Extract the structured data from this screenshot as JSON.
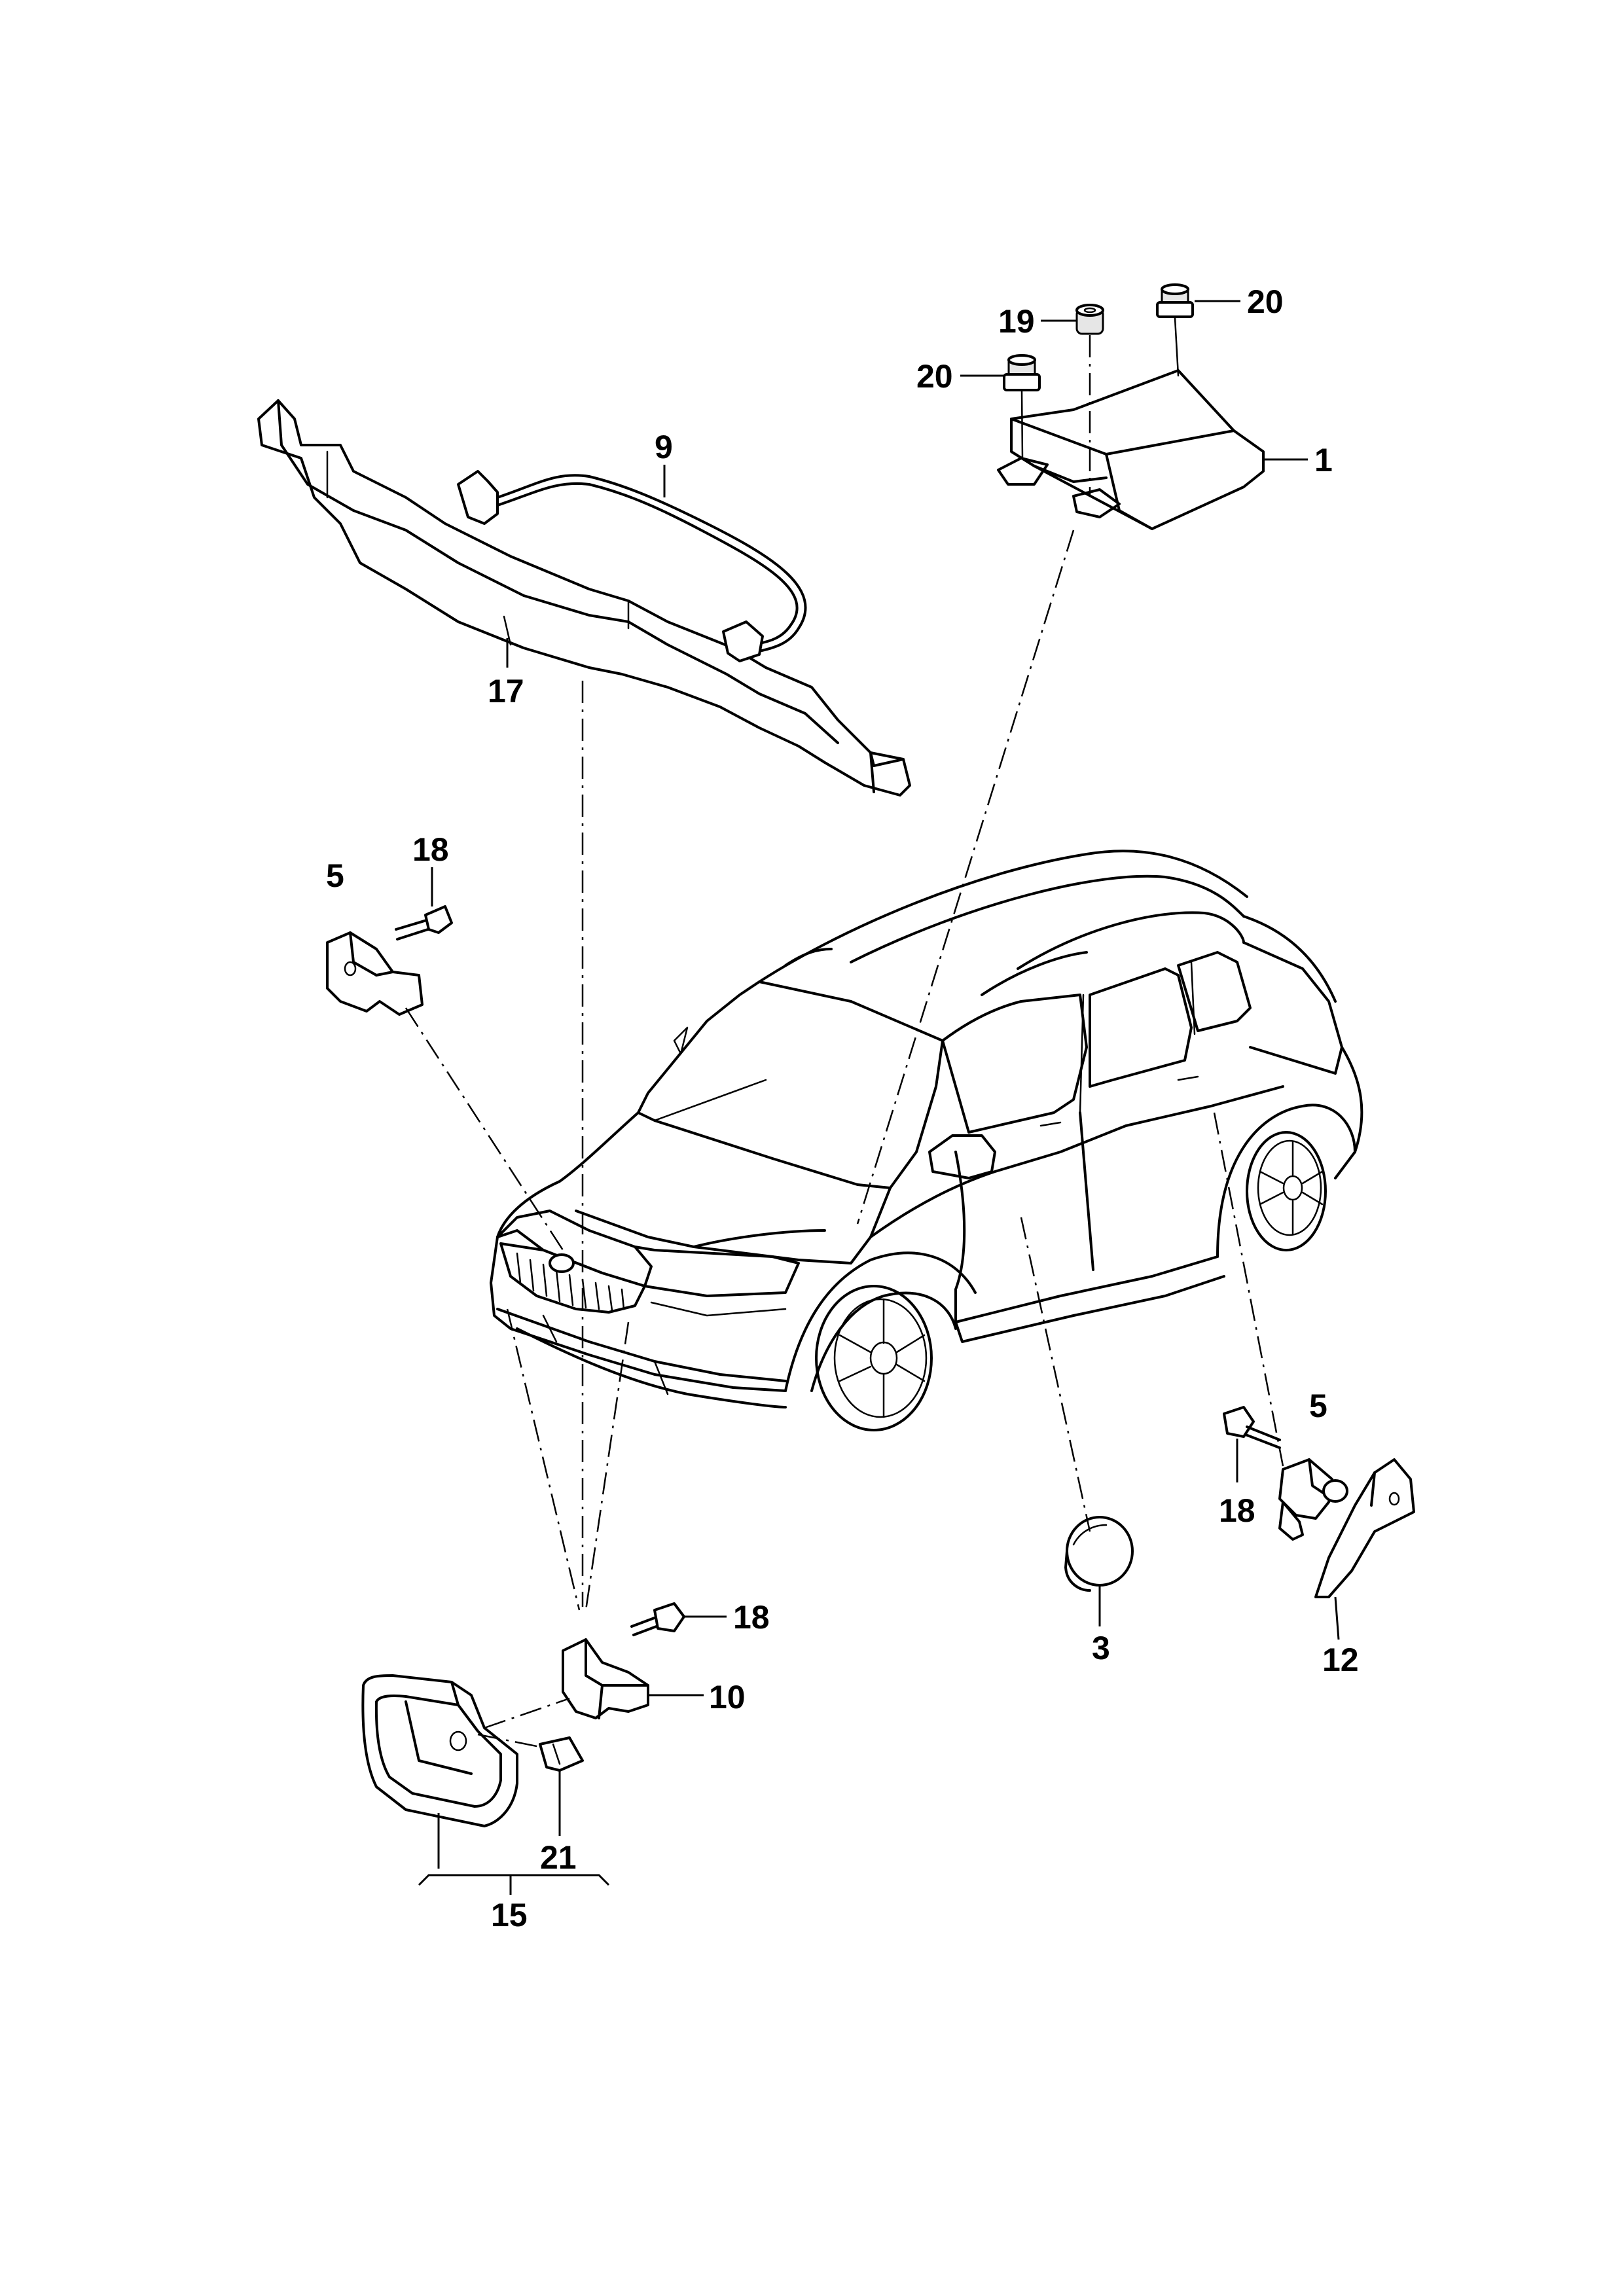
{
  "callouts": {
    "c1": "1",
    "c3": "3",
    "c5a": "5",
    "c5b": "5",
    "c9": "9",
    "c10": "10",
    "c12": "12",
    "c15": "15",
    "c17": "17",
    "c18a": "18",
    "c18b": "18",
    "c18c": "18",
    "c19": "19",
    "c20a": "20",
    "c20b": "20",
    "c21": "21"
  }
}
